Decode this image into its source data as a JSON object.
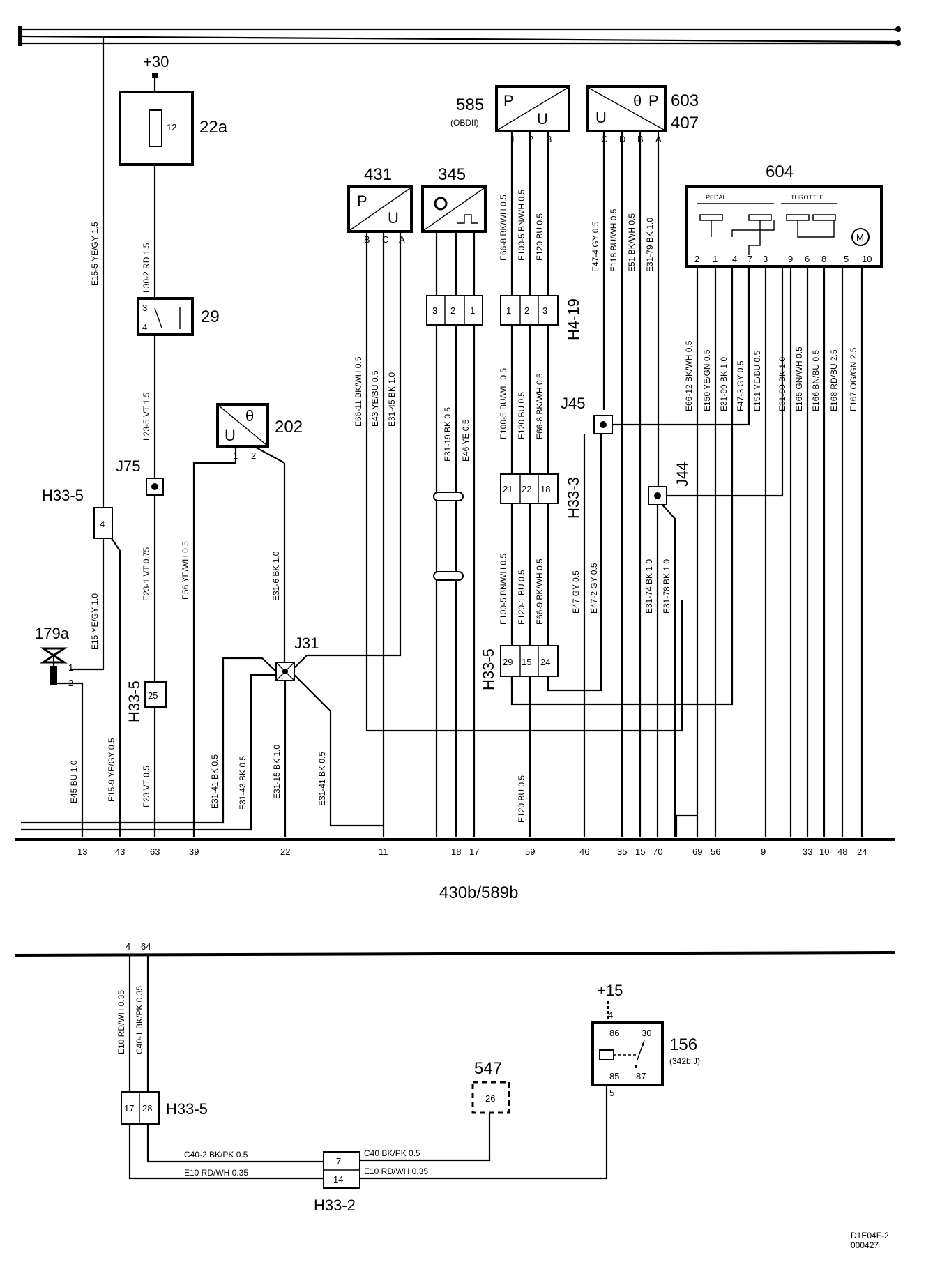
{
  "supply": {
    "plus30": "+30",
    "plus15": "+15",
    "fuse_num": "12"
  },
  "components": {
    "c22a": "22a",
    "c29": "29",
    "c202": "202",
    "c431": "431",
    "c345": "345",
    "c585": "585",
    "c585_sub": "(OBDII)",
    "c603": "603",
    "c407": "407",
    "c604": "604",
    "c179a": "179a",
    "c547": "547",
    "c156": "156",
    "c156_sub": "(342b:J)"
  },
  "junctions": {
    "j75": "J75",
    "j31": "J31",
    "j45": "J45",
    "j44": "J44"
  },
  "connectors": {
    "h33_5_a": "H33-5",
    "h33_5_b": "H33-5",
    "h33_5_c": "H33-5",
    "h33_5_d": "H33-5",
    "h4_19": "H4-19",
    "h33_3": "H33-3",
    "h33_2": "H33-2"
  },
  "sensor_letters": {
    "p": "P",
    "u": "U",
    "theta": "θ",
    "m": "M"
  },
  "c604_groups": {
    "pedal": "PEDAL",
    "throttle": "THROTTLE"
  },
  "bus": {
    "label": "430b/589b",
    "top_pins": [
      "13",
      "43",
      "63",
      "39",
      "22",
      "11",
      "18",
      "17",
      "59",
      "46",
      "35",
      "15",
      "70",
      "69",
      "56",
      "9",
      "33",
      "10",
      "48",
      "24"
    ],
    "bottom_pins": [
      "4",
      "64"
    ]
  },
  "wires": [
    "E15-5  YE/GY  1.5",
    "L30-2  RD  1.5",
    "L23-5  VT  1.5",
    "E23-1  VT  0.75",
    "E23  VT  0.5",
    "E15  YE/GY  1.0",
    "E15-9  YE/GY  0.5",
    "E45  BU  1.0",
    "E56  YE/WH  0.5",
    "E31-6  BK  1.0",
    "E31-15  BK  1.0",
    "E31-41  BK  0.5",
    "E31-43  BK  0.5",
    "E31-41  BK  0.5",
    "E66-11  BK/WH  0.5",
    "E43  YE/BU  0.5",
    "E31-45  BK  1.0",
    "E31-19  BK  0.5",
    "E46  YE  0.5",
    "E66-8  BK/WH  0.5",
    "E100-5  BN/WH  0.5",
    "E120  BU  0.5",
    "E100-5  BU/WH  0.5",
    "E120  BU  0.5",
    "E66-8  BK/WH  0.5",
    "E100-5  BN/WH  0.5",
    "E120-1  BU  0.5",
    "E66-9  BK/WH  0.5",
    "E120  BU  0.5",
    "E47-4  GY  0.5",
    "E118  BU/WH  0.5",
    "E51  BK/WH  0.5",
    "E31-79  BK  1.0",
    "E47  GY  0.5",
    "E47-2  GY  0.5",
    "E31-74  BK  1.0",
    "E31-78  BK  1.0",
    "E66-12  BK/WH  0.5",
    "E150  YE/GN  0.5",
    "E31-99  BK  1.0",
    "E47-3  GY  0.5",
    "E151  YE/BU  0.5",
    "E31-80  BK  1.0",
    "E165  GN/WH  0.5",
    "E166  BN/BU  0.5",
    "E168  RD/BU  2.5",
    "E167  OG/GN  2.5",
    "E10  RD/WH  0.35",
    "C40-1  BK/PK  0.35",
    "C40-2  BK/PK  0.5",
    "E10  RD/WH  0.35",
    "C40  BK/PK  0.5",
    "E10  RD/WH  0.35"
  ],
  "footer": {
    "code1": "D1E04F-2",
    "code2": "000427"
  }
}
